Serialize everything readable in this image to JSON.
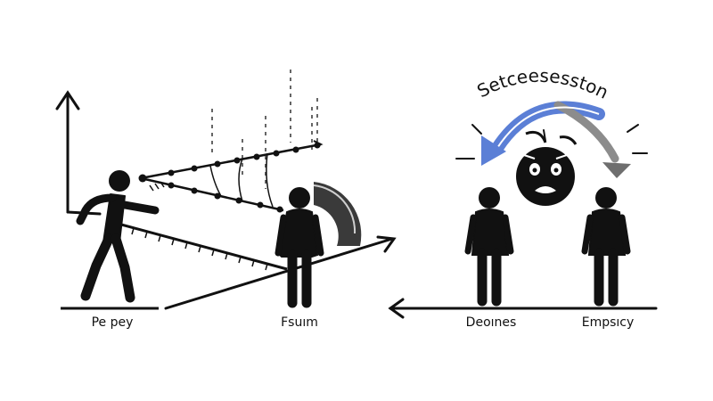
{
  "colors": {
    "ink": "#111111",
    "arc_blue": "#5b7fd6",
    "arc_gray": "#8c8c8c",
    "wedge_gray": "#3a3a3a",
    "background": "#ffffff"
  },
  "left_panel": {
    "labels": {
      "left_person": "Pe pey",
      "right_person": "Fsuım"
    },
    "icons": [
      "walking-person-icon",
      "standing-person-icon",
      "trajectory-graph-icon",
      "gray-wedge-icon"
    ]
  },
  "right_panel": {
    "arc_label": "Setceesesston",
    "labels": {
      "left_person": "Deoınes",
      "right_person": "Empsıcy"
    },
    "icons": [
      "shocked-face-icon",
      "standing-person-icon",
      "curved-arrow-icon"
    ]
  }
}
